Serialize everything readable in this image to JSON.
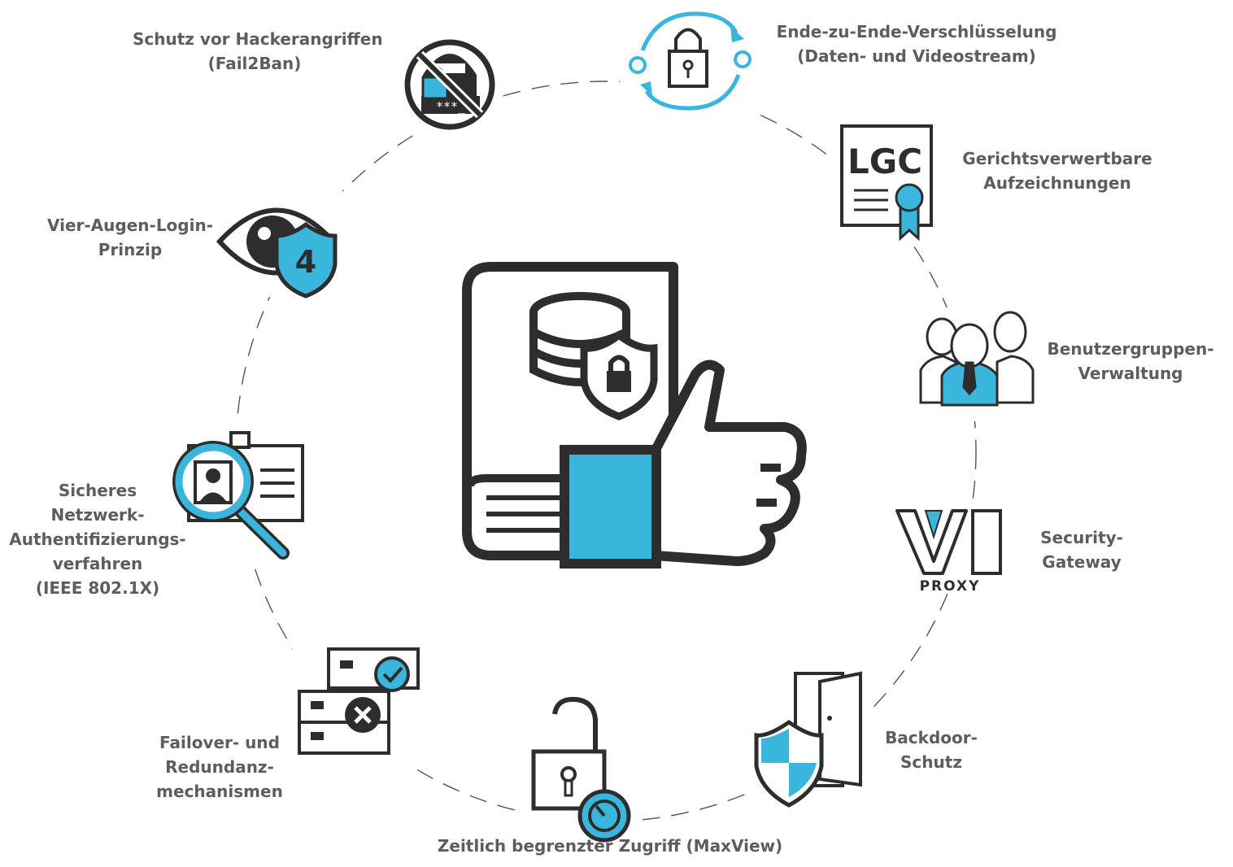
{
  "colors": {
    "accent": "#3ab5dc",
    "icon_dark": "#2d2d2d",
    "label_text": "#5d5d5d",
    "dashed_ring": "#555555"
  },
  "features": [
    {
      "id": "hacker-protection",
      "icon": "no-hacker-icon",
      "lines": [
        "Schutz vor Hackerangriffen",
        "(Fail2Ban)"
      ]
    },
    {
      "id": "e2e-encryption",
      "icon": "lock-cycle-icon",
      "lines": [
        "Ende-zu-Ende-Verschlüsselung",
        "(Daten- und Videostream)"
      ]
    },
    {
      "id": "court-recordings",
      "icon": "lgc-certificate-icon",
      "icon_text": "LGC",
      "lines": [
        "Gerichtsverwertbare",
        "Aufzeichnungen"
      ]
    },
    {
      "id": "user-groups",
      "icon": "user-group-icon",
      "lines": [
        "Benutzergruppen-",
        "Verwaltung"
      ]
    },
    {
      "id": "security-gateway",
      "icon": "vi-proxy-logo-icon",
      "icon_text": "PROXY",
      "lines": [
        "Security-",
        "Gateway"
      ]
    },
    {
      "id": "backdoor-protection",
      "icon": "door-shield-icon",
      "lines": [
        "Backdoor-",
        "Schutz"
      ]
    },
    {
      "id": "time-limited-access",
      "icon": "timed-lock-icon",
      "lines": [
        "Zeitlich begrenzter Zugriff (MaxView)"
      ]
    },
    {
      "id": "failover",
      "icon": "server-status-icon",
      "lines": [
        "Failover- und",
        "Redundanz-",
        "mechanismen"
      ]
    },
    {
      "id": "network-auth",
      "icon": "id-card-search-icon",
      "lines": [
        "Sicheres",
        "Netzwerk-",
        "Authentifizierungs-",
        "verfahren",
        "(IEEE 802.1X)"
      ]
    },
    {
      "id": "four-eyes-login",
      "icon": "eye-shield-icon",
      "icon_text": "4",
      "lines": [
        "Vier-Augen-Login-",
        "Prinzip"
      ]
    }
  ],
  "center_icon": "thumbs-up-database-shield-icon"
}
